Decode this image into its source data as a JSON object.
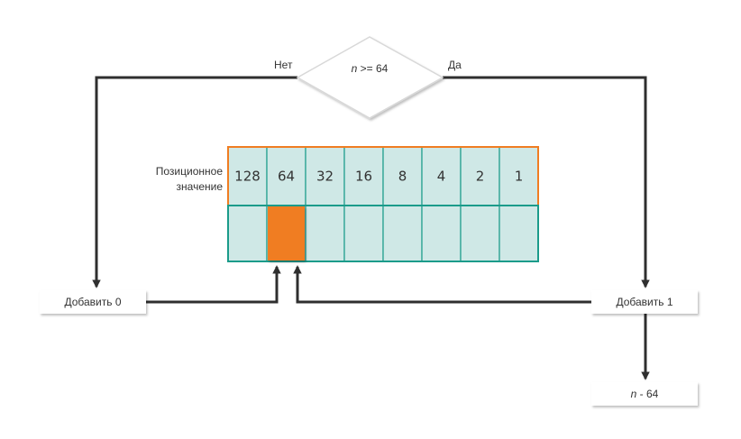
{
  "decision": {
    "condition_var": "n",
    "condition_rest": " >= 64",
    "no_label": "Нет",
    "yes_label": "Да"
  },
  "table": {
    "row_label_line1": "Позиционное",
    "row_label_line2": "значение",
    "positional_values": [
      "128",
      "64",
      "32",
      "16",
      "8",
      "4",
      "2",
      "1"
    ],
    "highlighted_index": 1
  },
  "boxes": {
    "add_zero": "Добавить 0",
    "add_one": "Добавить 1",
    "result_var": "n",
    "result_rest": " - 64"
  },
  "colors": {
    "cell_fill": "#cfe8e6",
    "teal_border": "#1b9b8a",
    "orange": "#f07d22",
    "arrow": "#2f2f2f"
  }
}
